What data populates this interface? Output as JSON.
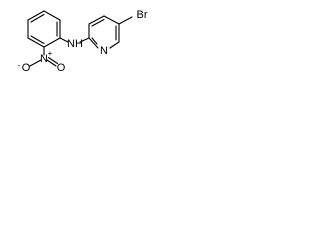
{
  "molecule": {
    "labels": {
      "nitro_n": "N",
      "nitro_plus": "+",
      "nitro_o_left": "O",
      "nitro_o_right": "O",
      "nitro_minus": "-",
      "amine": "N",
      "amine_h": "H",
      "pyridine_n": "N",
      "bromine": "Br"
    }
  }
}
